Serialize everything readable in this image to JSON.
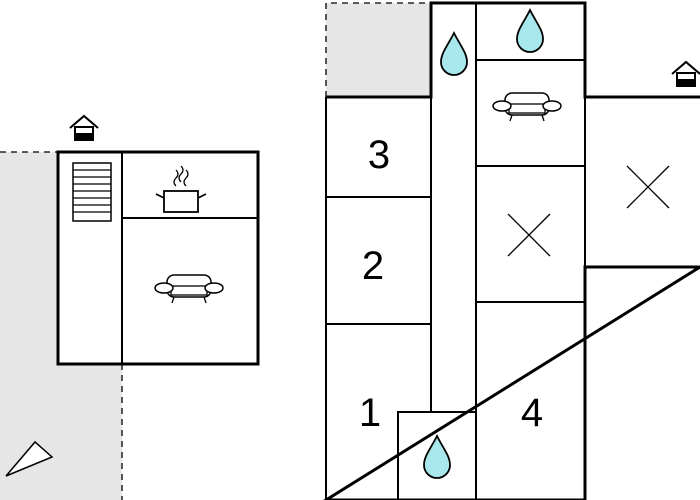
{
  "plan": {
    "colors": {
      "wall": "#000000",
      "outdoor_area": "#e6e6e6",
      "water_fill": "#a8e8ec",
      "background": "#ffffff"
    },
    "rooms": [
      {
        "id": "room-3",
        "label": "3"
      },
      {
        "id": "room-2",
        "label": "2"
      },
      {
        "id": "room-1",
        "label": "1"
      },
      {
        "id": "room-4",
        "label": "4"
      }
    ],
    "icons": [
      "entrance-icon",
      "stairs-icon",
      "cooking-pot-icon",
      "sofa-icon",
      "water-drop-icon",
      "cross-mark-icon",
      "compass-north-icon"
    ]
  }
}
